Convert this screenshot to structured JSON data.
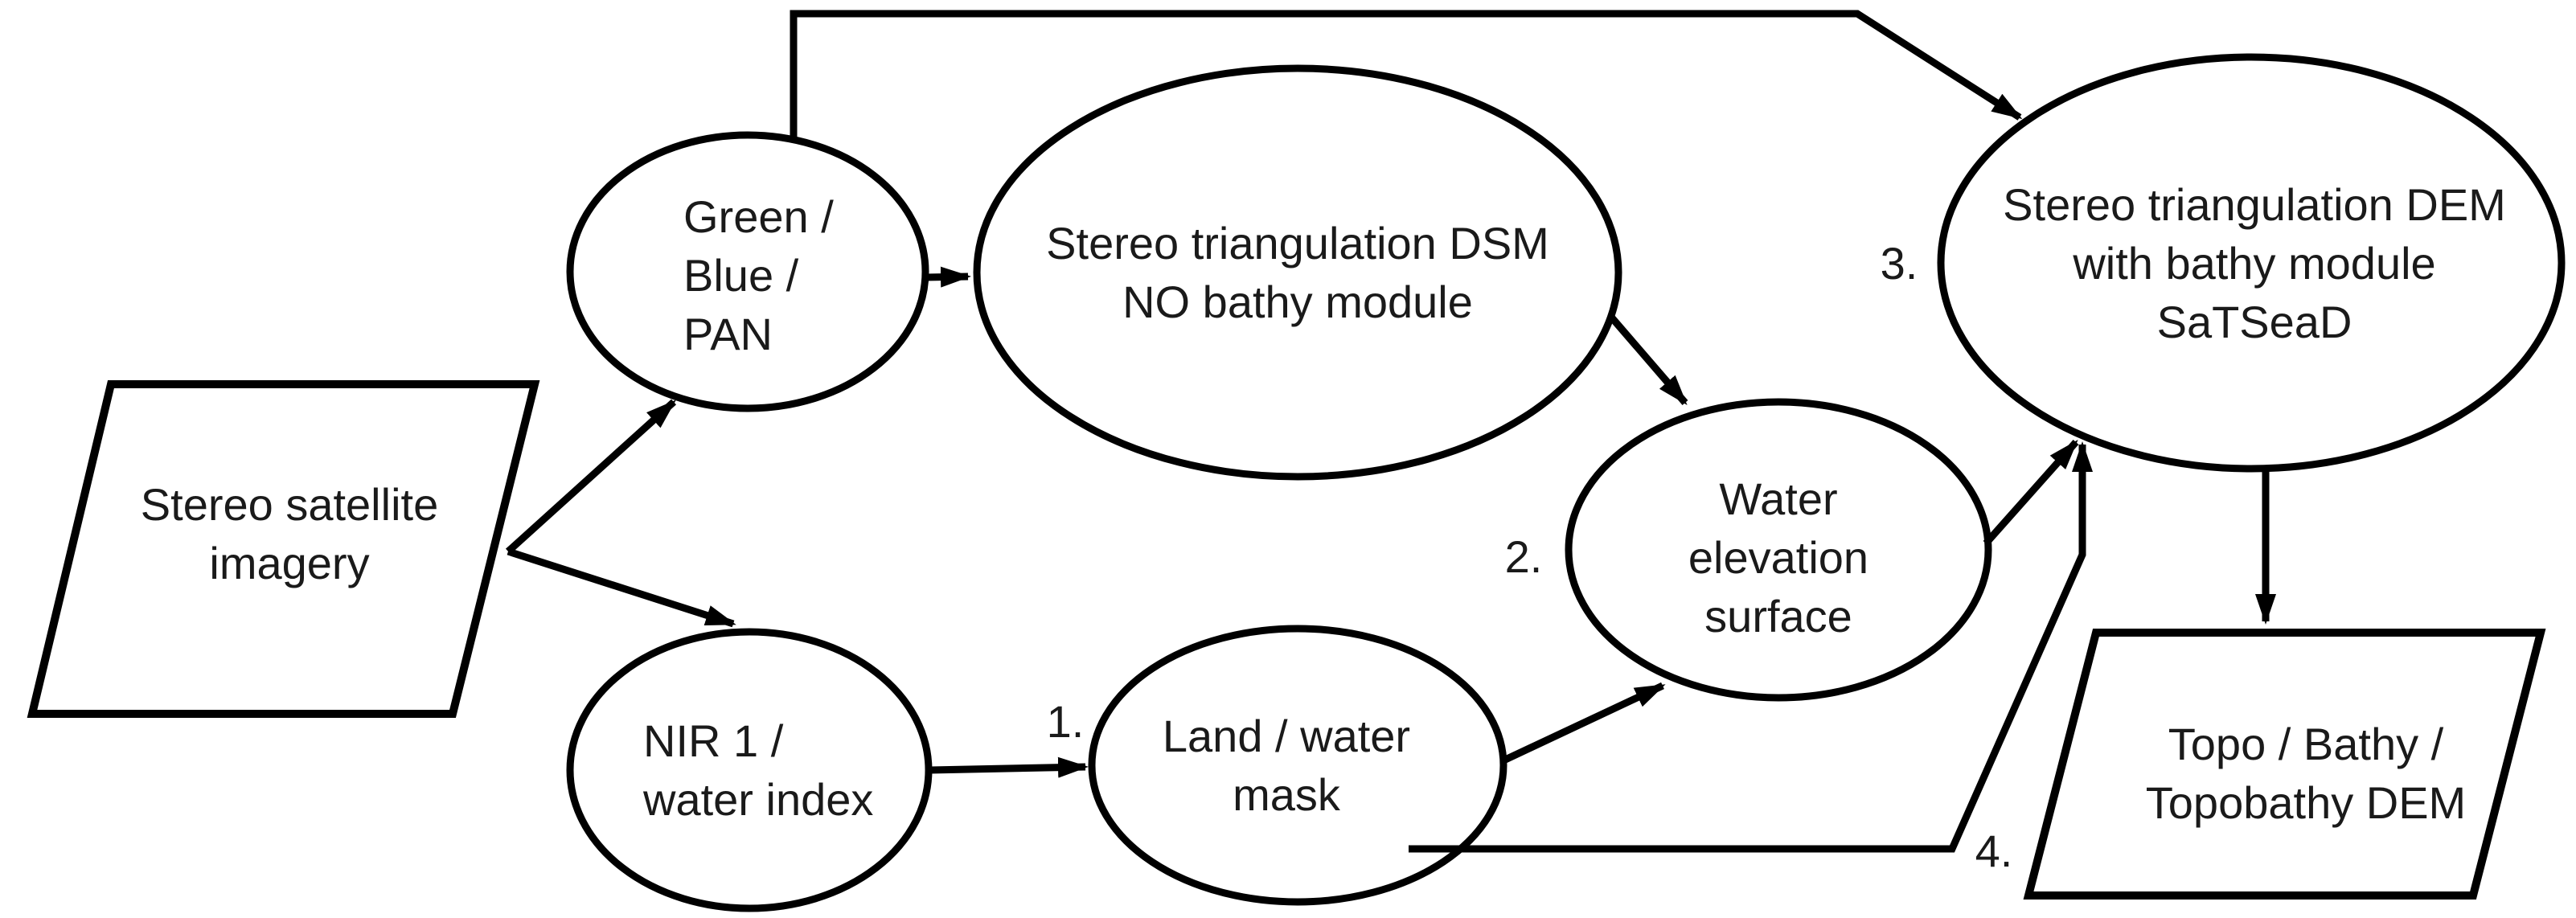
{
  "diagram": {
    "title_hint": "Satellite-derived topobathymetry workflow flowchart",
    "background_color": "#ffffff",
    "line_color": "#000000",
    "text_color": "#1a1a1a",
    "nodes": {
      "stereo_imagery": {
        "shape": "parallelogram",
        "lines": [
          "Stereo satellite",
          "imagery"
        ]
      },
      "green_blue_pan": {
        "shape": "ellipse",
        "lines": [
          "Green /",
          "Blue /",
          "PAN"
        ]
      },
      "dsm_no_bathy": {
        "shape": "ellipse",
        "lines": [
          "Stereo triangulation DSM",
          "NO bathy module"
        ]
      },
      "water_elevation": {
        "shape": "ellipse",
        "lines": [
          "Water",
          "elevation",
          "surface"
        ]
      },
      "dem_satsead": {
        "shape": "ellipse",
        "lines": [
          "Stereo triangulation DEM",
          "with bathy module",
          "SaTSeaD"
        ]
      },
      "nir_water_index": {
        "shape": "ellipse",
        "lines": [
          "NIR 1 /",
          "water index"
        ]
      },
      "land_water_mask": {
        "shape": "ellipse",
        "lines": [
          "Land / water",
          "mask"
        ]
      },
      "topobathy_dem": {
        "shape": "parallelogram",
        "lines": [
          "Topo / Bathy /",
          "Topobathy DEM"
        ]
      }
    },
    "step_labels": {
      "step1": "1.",
      "step2": "2.",
      "step3": "3.",
      "step4": "4."
    },
    "edges": [
      {
        "from": "stereo_imagery",
        "to": "green_blue_pan"
      },
      {
        "from": "stereo_imagery",
        "to": "nir_water_index"
      },
      {
        "from": "green_blue_pan",
        "to": "dsm_no_bathy"
      },
      {
        "from": "green_blue_pan",
        "to": "dem_satsead",
        "route": "over-top"
      },
      {
        "from": "dsm_no_bathy",
        "to": "water_elevation"
      },
      {
        "from": "nir_water_index",
        "to": "land_water_mask",
        "label": "1."
      },
      {
        "from": "land_water_mask",
        "to": "water_elevation"
      },
      {
        "from": "water_elevation",
        "to": "dem_satsead"
      },
      {
        "from": "land_water_mask",
        "to": "dem_satsead",
        "route": "under-bottom",
        "label": "4."
      },
      {
        "from": "dem_satsead",
        "to": "topobathy_dem"
      }
    ]
  }
}
